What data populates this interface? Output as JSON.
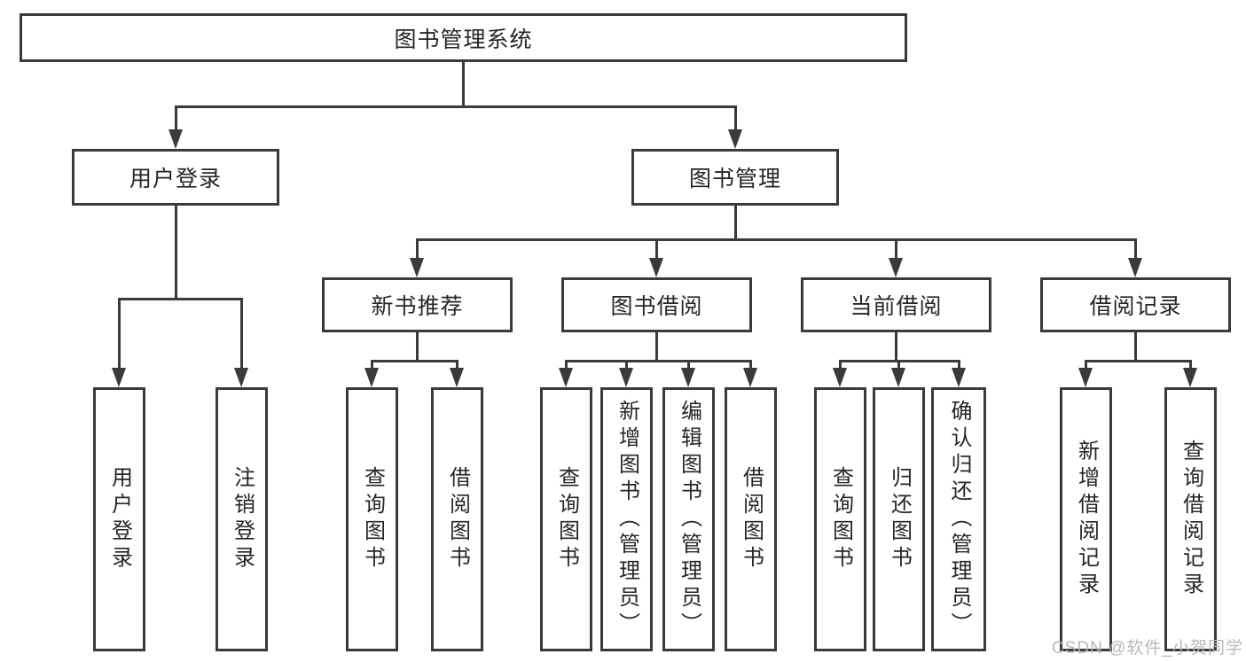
{
  "colors": {
    "line": "#3a3a3a",
    "text": "#262626",
    "background": "#ffffff",
    "watermark": "#b5b5b5"
  },
  "watermark": "CSDN @软件_小贺同学",
  "tree": {
    "root": "图书管理系统",
    "branches": [
      {
        "label": "用户登录",
        "children": [
          "用户登录",
          "注销登录"
        ]
      },
      {
        "label": "图书管理",
        "children": [
          {
            "label": "新书推荐",
            "children": [
              "查询图书",
              "借阅图书"
            ]
          },
          {
            "label": "图书借阅",
            "children": [
              "查询图书",
              "新增图书（管理员）",
              "编辑图书（管理员）",
              "借阅图书"
            ]
          },
          {
            "label": "当前借阅",
            "children": [
              "查询图书",
              "归还图书",
              "确认归还（管理员）"
            ]
          },
          {
            "label": "借阅记录",
            "children": [
              "新增借阅记录",
              "查询借阅记录"
            ]
          }
        ]
      }
    ]
  }
}
